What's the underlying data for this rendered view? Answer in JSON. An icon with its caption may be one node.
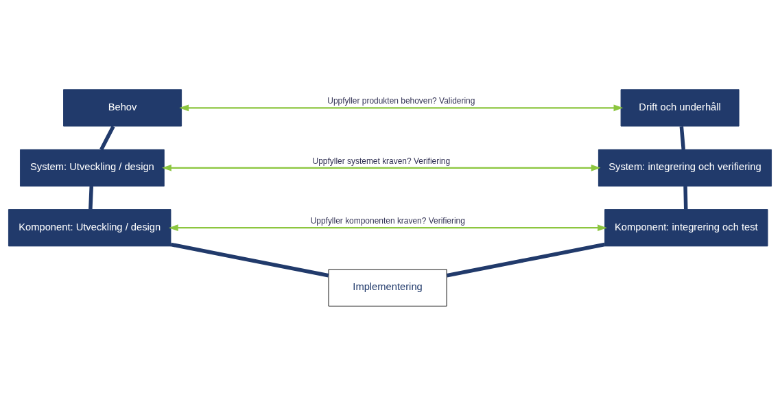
{
  "diagram": {
    "nodes": [
      {
        "text": [
          "Behov"
        ]
      },
      {
        "text": [
          "Drift och underhåll"
        ]
      },
      {
        "text": [
          "System: Utveckling / design"
        ]
      },
      {
        "text": [
          "System: integrering och verifiering"
        ]
      },
      {
        "text": [
          "Komponent: Utveckling / design"
        ]
      },
      {
        "text": [
          "Komponent: integrering och test"
        ]
      },
      {
        "text": [
          "Implementering"
        ]
      }
    ],
    "edges": [
      {
        "from": 0,
        "to": 2,
        "arrow": "none"
      },
      {
        "from": 2,
        "to": 4,
        "arrow": "none"
      },
      {
        "from": 4,
        "to": 6,
        "arrow": "none"
      },
      {
        "from": 5,
        "to": 6,
        "arrow": "none"
      },
      {
        "from": 3,
        "to": 5,
        "arrow": "none"
      },
      {
        "from": 1,
        "to": 3,
        "arrow": "none"
      },
      {
        "from": 0,
        "to": 1,
        "arrow": "both",
        "label": "Uppfyller produkten behoven? Validering",
        "color": "#8cc63f"
      },
      {
        "from": 2,
        "to": 3,
        "arrow": "both",
        "label": "Uppfyller systemet kraven? Verifiering",
        "color": "#8cc63f"
      },
      {
        "from": 4,
        "to": 5,
        "arrow": "both",
        "label": "Uppfyller komponenten kraven? Verifiering",
        "color": "#8cc63f"
      }
    ]
  }
}
